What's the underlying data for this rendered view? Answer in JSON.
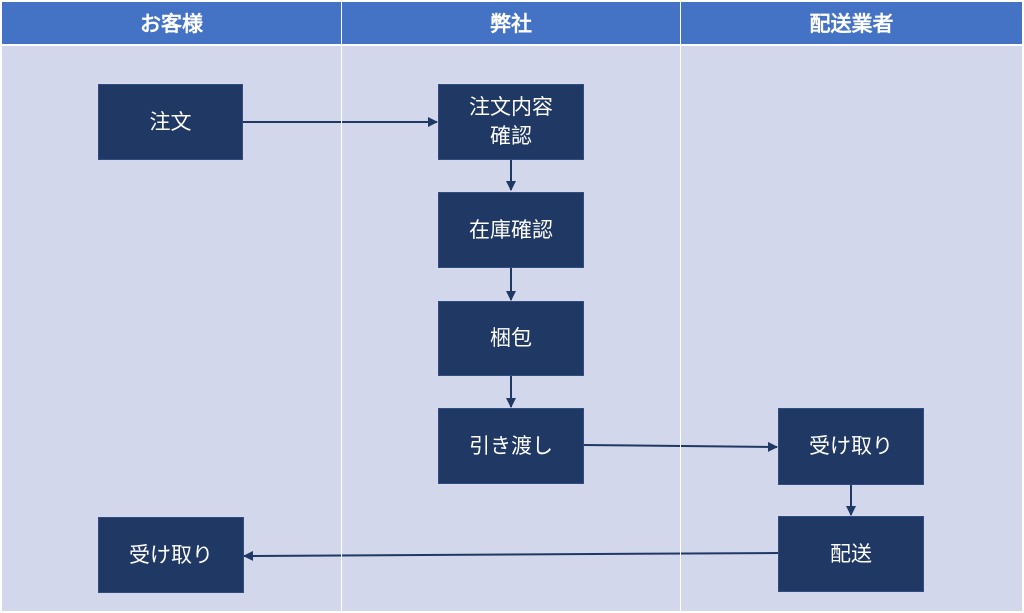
{
  "lanes": [
    {
      "header": "お客様"
    },
    {
      "header": "弊社"
    },
    {
      "header": "配送業者"
    }
  ],
  "steps": {
    "customer_order": "注文",
    "confirm_order_line1": "注文内容",
    "confirm_order_line2": "確認",
    "stock_check": "在庫確認",
    "packing": "梱包",
    "handover": "引き渡し",
    "carrier_receive": "受け取り",
    "delivery": "配送",
    "customer_receive": "受け取り"
  },
  "colors": {
    "header_bg": "#4472c4",
    "lane_bg": "#d3d7ec",
    "box_bg": "#203864",
    "arrow": "#203864"
  }
}
